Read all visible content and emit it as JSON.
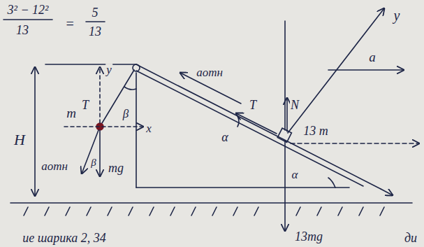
{
  "diagram": {
    "labels": [
      "3² − 12²",
      "13",
      "=",
      "5",
      "13",
      "y",
      "T",
      "m",
      "β",
      "x",
      "H",
      "aотн",
      "β",
      "mg",
      "aотн",
      "T",
      "N",
      "13 m",
      "α",
      "y",
      "a",
      "α",
      "13mg",
      "ие шарика 2, 34",
      "ди"
    ]
  }
}
